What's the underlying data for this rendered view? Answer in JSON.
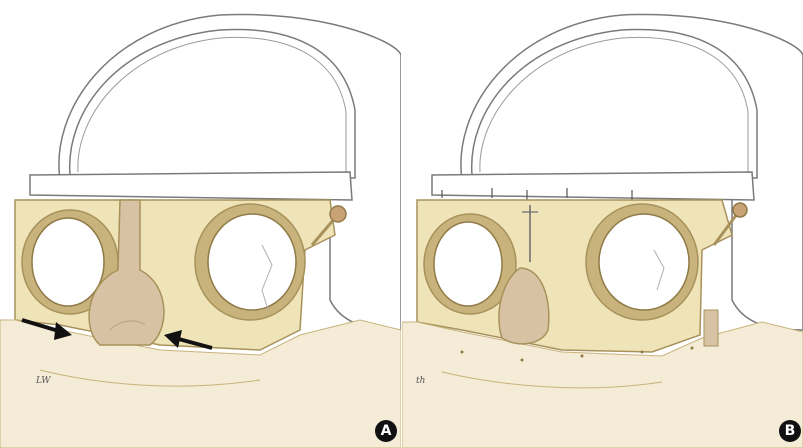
{
  "panels": [
    {
      "id": "A",
      "badge": "A",
      "scribble": "LW"
    },
    {
      "id": "B",
      "badge": "B",
      "scribble": "th"
    }
  ],
  "colors": {
    "bone": "#efe3b8",
    "bone_dark": "#c8b37c",
    "bone_shadow": "#a8925c",
    "nasal_graft": "#d8c2a4",
    "skull_outline": "#7a7a7a",
    "arrow": "#111111",
    "badge_bg": "#111111"
  },
  "icons": [
    "right-arrow-icon",
    "left-arrow-icon",
    "suture-marker-icon"
  ]
}
